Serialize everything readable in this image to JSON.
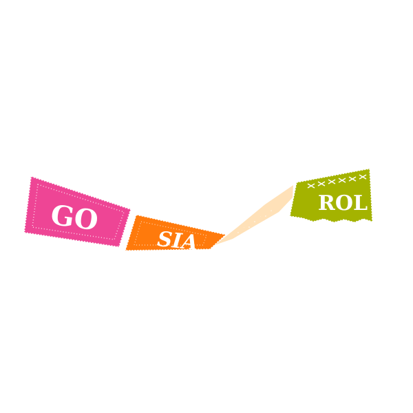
{
  "banners": [
    {
      "label": "GO",
      "color": "#ee4595"
    },
    {
      "label": "SIA",
      "color": "#ff7a0c"
    },
    {
      "label": "",
      "color": "#ffe1b8"
    },
    {
      "label": "ROL",
      "color": "#a4b300"
    }
  ]
}
